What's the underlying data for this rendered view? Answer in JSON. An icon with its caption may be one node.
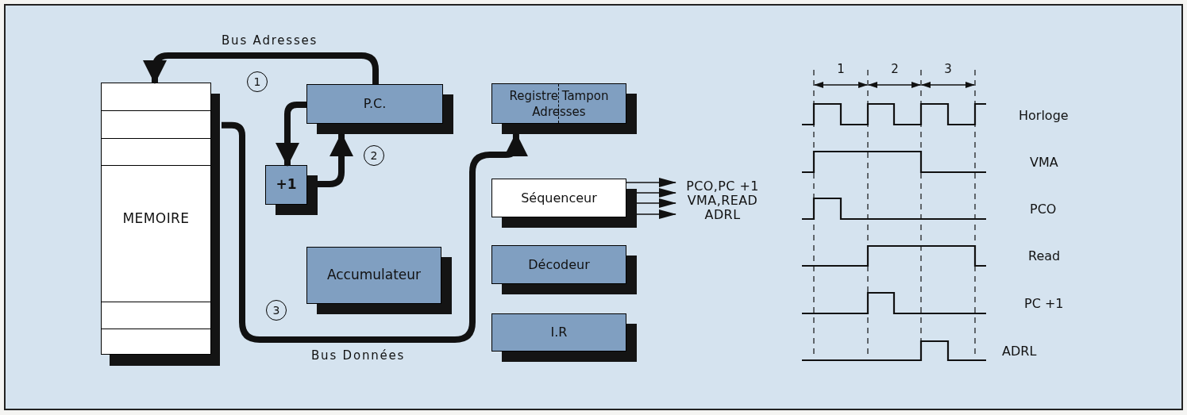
{
  "diagram": {
    "nodes": [
      {
        "text": [
          "MEMOIRE"
        ]
      },
      {
        "text": [
          "P.C."
        ]
      },
      {
        "text": [
          "+1"
        ]
      },
      {
        "text": [
          "Registre Tampon Adresses"
        ]
      },
      {
        "text": [
          "Séquenceur"
        ]
      },
      {
        "text": [
          "Accumulateur"
        ]
      },
      {
        "text": [
          "Décodeur"
        ]
      },
      {
        "text": [
          "I.R"
        ]
      },
      {
        "text": [
          "PCO,PC +1 VMA,READ ADRL"
        ]
      }
    ],
    "edges": [
      {
        "from": 1,
        "to": 0,
        "arrow": "to",
        "label": "Bus Adresses",
        "style": "thick"
      },
      {
        "from": 1,
        "to": 2,
        "arrow": "to",
        "style": "thick"
      },
      {
        "from": 2,
        "to": 1,
        "arrow": "to",
        "style": "thick"
      },
      {
        "from": 0,
        "to": 3,
        "arrow": "to",
        "label": "Bus Données",
        "style": "thick"
      },
      {
        "from": 4,
        "to": 8,
        "arrow": "to"
      },
      {
        "from": 4,
        "to": 8,
        "arrow": "to"
      },
      {
        "from": 4,
        "to": 8,
        "arrow": "to"
      },
      {
        "from": 4,
        "to": 8,
        "arrow": "to"
      }
    ],
    "labels": [
      "1",
      "2",
      "3",
      "1",
      "2",
      "3",
      "Horloge",
      "VMA",
      "PCO",
      "Read",
      "PC +1",
      "ADRL"
    ]
  }
}
